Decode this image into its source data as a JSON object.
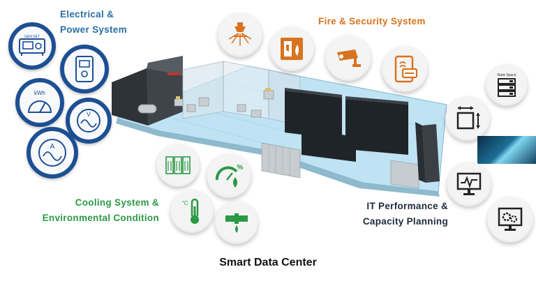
{
  "title": "Smart Data Center",
  "categories": {
    "electrical": {
      "line1": "Electrical &",
      "line2": "Power System",
      "color": "#2a6fa6"
    },
    "fire": {
      "line1": "Fire & Security System",
      "color": "#d8731f"
    },
    "cooling": {
      "line1": "Cooling System &",
      "line2": "Environmental Condition",
      "color": "#2a9a45"
    },
    "it": {
      "line1": "IT Performance &",
      "line2": "Capacity Planning",
      "color": "#1d2a3a"
    }
  },
  "icons": {
    "generator_label": "GEN SET",
    "kwh_label": "kWh",
    "volt_label": "V",
    "amp_label": "A",
    "temp_label": "°C",
    "humidity_label": "%",
    "rack_label": "Rack Space"
  },
  "colors": {
    "ring_blue": "#1d4f93",
    "floor_blue": "#bfe3f3"
  }
}
